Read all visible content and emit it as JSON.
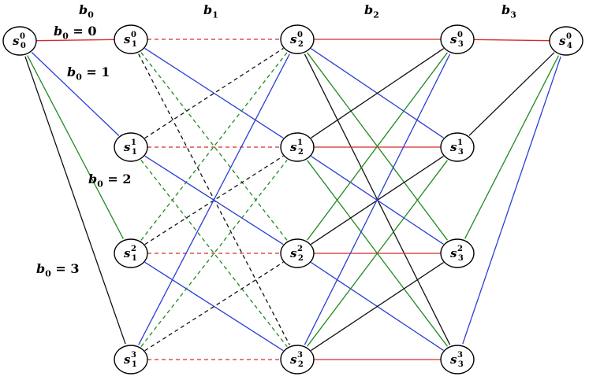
{
  "stage_labels": [
    {
      "base": "b",
      "sub": "0"
    },
    {
      "base": "b",
      "sub": "1"
    },
    {
      "base": "b",
      "sub": "2"
    },
    {
      "base": "b",
      "sub": "3"
    }
  ],
  "branch_labels": [
    {
      "base": "b",
      "sub": "0",
      "rest": " = 0"
    },
    {
      "base": "b",
      "sub": "0",
      "rest": " = 1"
    },
    {
      "base": "b",
      "sub": "0",
      "rest": " = 2"
    },
    {
      "base": "b",
      "sub": "0",
      "rest": " = 3"
    }
  ],
  "colors": {
    "0": "#d62a2a",
    "1": "#2a3ed6",
    "2": "#1f8a1f",
    "3": "#111111"
  },
  "nodes": [
    {
      "id": "s00",
      "base": "s",
      "sup": "0",
      "sub": "0"
    },
    {
      "id": "s10",
      "base": "s",
      "sup": "0",
      "sub": "1"
    },
    {
      "id": "s11",
      "base": "s",
      "sup": "1",
      "sub": "1"
    },
    {
      "id": "s12",
      "base": "s",
      "sup": "2",
      "sub": "1"
    },
    {
      "id": "s13",
      "base": "s",
      "sup": "3",
      "sub": "1"
    },
    {
      "id": "s20",
      "base": "s",
      "sup": "0",
      "sub": "2"
    },
    {
      "id": "s21",
      "base": "s",
      "sup": "1",
      "sub": "2"
    },
    {
      "id": "s22",
      "base": "s",
      "sup": "2",
      "sub": "2"
    },
    {
      "id": "s23",
      "base": "s",
      "sup": "3",
      "sub": "2"
    },
    {
      "id": "s30",
      "base": "s",
      "sup": "0",
      "sub": "3"
    },
    {
      "id": "s31",
      "base": "s",
      "sup": "1",
      "sub": "3"
    },
    {
      "id": "s32",
      "base": "s",
      "sup": "2",
      "sub": "3"
    },
    {
      "id": "s33",
      "base": "s",
      "sup": "3",
      "sub": "3"
    },
    {
      "id": "s40",
      "base": "s",
      "sup": "0",
      "sub": "4"
    }
  ],
  "edges": [
    {
      "from": "s00",
      "to": "s10",
      "color": "0",
      "dashed": false
    },
    {
      "from": "s00",
      "to": "s11",
      "color": "1",
      "dashed": false
    },
    {
      "from": "s00",
      "to": "s12",
      "color": "2",
      "dashed": false
    },
    {
      "from": "s00",
      "to": "s13",
      "color": "3",
      "dashed": false
    },
    {
      "from": "s10",
      "to": "s20",
      "color": "0",
      "dashed": true
    },
    {
      "from": "s10",
      "to": "s21",
      "color": "1",
      "dashed": false
    },
    {
      "from": "s10",
      "to": "s22",
      "color": "2",
      "dashed": true
    },
    {
      "from": "s10",
      "to": "s23",
      "color": "3",
      "dashed": true
    },
    {
      "from": "s11",
      "to": "s21",
      "color": "0",
      "dashed": true
    },
    {
      "from": "s11",
      "to": "s22",
      "color": "1",
      "dashed": false
    },
    {
      "from": "s11",
      "to": "s23",
      "color": "2",
      "dashed": true
    },
    {
      "from": "s11",
      "to": "s20",
      "color": "3",
      "dashed": true
    },
    {
      "from": "s12",
      "to": "s22",
      "color": "0",
      "dashed": true
    },
    {
      "from": "s12",
      "to": "s23",
      "color": "1",
      "dashed": false
    },
    {
      "from": "s12",
      "to": "s20",
      "color": "2",
      "dashed": true
    },
    {
      "from": "s12",
      "to": "s21",
      "color": "3",
      "dashed": true
    },
    {
      "from": "s13",
      "to": "s23",
      "color": "0",
      "dashed": true
    },
    {
      "from": "s13",
      "to": "s20",
      "color": "1",
      "dashed": false
    },
    {
      "from": "s13",
      "to": "s21",
      "color": "2",
      "dashed": true
    },
    {
      "from": "s13",
      "to": "s22",
      "color": "3",
      "dashed": true
    },
    {
      "from": "s20",
      "to": "s30",
      "color": "0",
      "dashed": false
    },
    {
      "from": "s20",
      "to": "s31",
      "color": "1",
      "dashed": false
    },
    {
      "from": "s20",
      "to": "s32",
      "color": "2",
      "dashed": false
    },
    {
      "from": "s20",
      "to": "s33",
      "color": "3",
      "dashed": false
    },
    {
      "from": "s21",
      "to": "s31",
      "color": "0",
      "dashed": false
    },
    {
      "from": "s21",
      "to": "s32",
      "color": "1",
      "dashed": false
    },
    {
      "from": "s21",
      "to": "s33",
      "color": "2",
      "dashed": false
    },
    {
      "from": "s21",
      "to": "s30",
      "color": "3",
      "dashed": false
    },
    {
      "from": "s22",
      "to": "s32",
      "color": "0",
      "dashed": false
    },
    {
      "from": "s22",
      "to": "s33",
      "color": "1",
      "dashed": false
    },
    {
      "from": "s22",
      "to": "s30",
      "color": "2",
      "dashed": false
    },
    {
      "from": "s22",
      "to": "s31",
      "color": "3",
      "dashed": false
    },
    {
      "from": "s23",
      "to": "s33",
      "color": "0",
      "dashed": false
    },
    {
      "from": "s23",
      "to": "s30",
      "color": "1",
      "dashed": false
    },
    {
      "from": "s23",
      "to": "s31",
      "color": "2",
      "dashed": false
    },
    {
      "from": "s23",
      "to": "s32",
      "color": "3",
      "dashed": false
    },
    {
      "from": "s30",
      "to": "s40",
      "color": "0",
      "dashed": false
    },
    {
      "from": "s31",
      "to": "s40",
      "color": "3",
      "dashed": false
    },
    {
      "from": "s32",
      "to": "s40",
      "color": "2",
      "dashed": false
    },
    {
      "from": "s33",
      "to": "s40",
      "color": "1",
      "dashed": false
    }
  ]
}
